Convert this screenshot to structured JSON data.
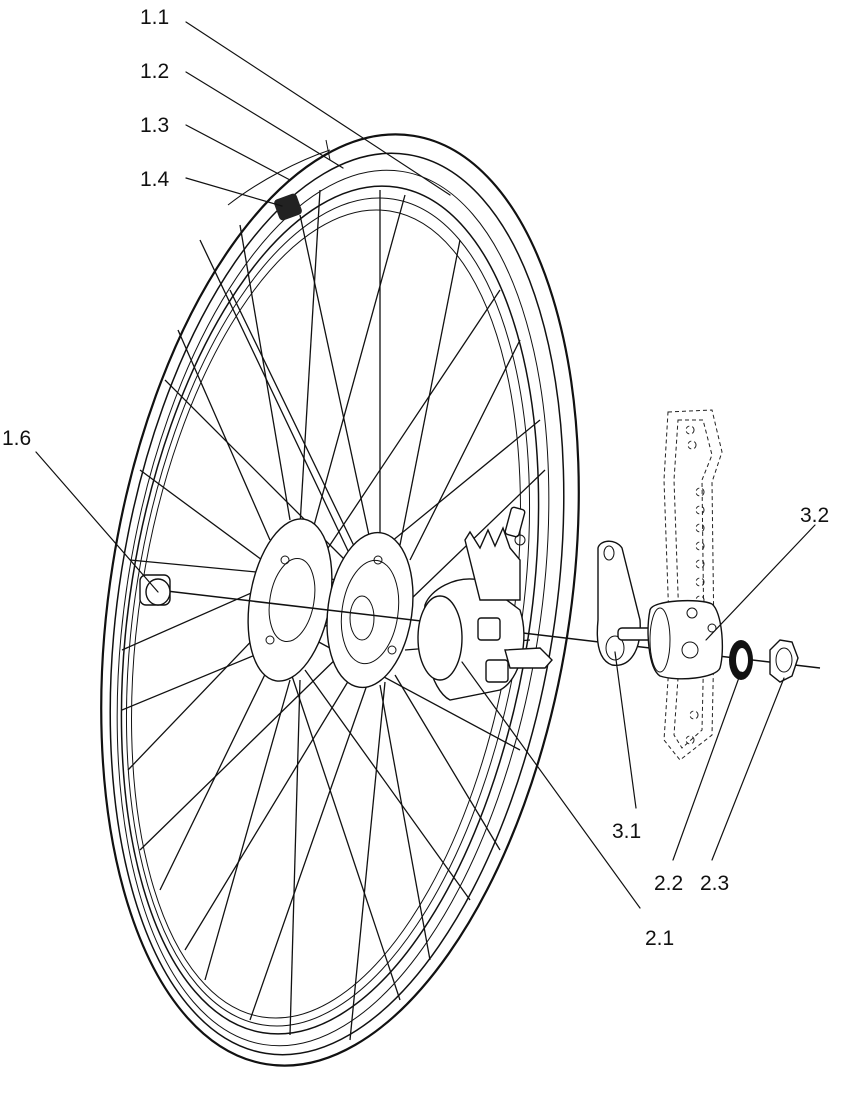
{
  "labels": {
    "l11": "1.1",
    "l12": "1.2",
    "l13": "1.3",
    "l14": "1.4",
    "l16": "1.6",
    "l21": "2.1",
    "l22": "2.2",
    "l23": "2.3",
    "l31": "3.1",
    "l32": "3.2"
  }
}
